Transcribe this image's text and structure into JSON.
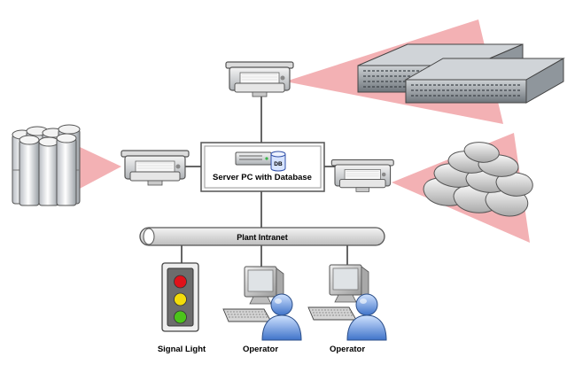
{
  "server": {
    "label": "Server PC with Database",
    "db_badge": "DB"
  },
  "intranet": {
    "label": "Plant Intranet"
  },
  "signal_light": {
    "label": "Signal Light",
    "lamp_colors": [
      "#e0121a",
      "#f2dc0a",
      "#4cc41a"
    ]
  },
  "operators": [
    {
      "label": "Operator"
    },
    {
      "label": "Operator"
    }
  ],
  "scanners": [
    {
      "target": "stacked-beams-icon"
    },
    {
      "target": "pipe-bundle-icon"
    },
    {
      "target": "sack-pile-icon"
    }
  ],
  "colors": {
    "beam": "#f2a8ac",
    "line": "#333333",
    "box_border": "#555555"
  }
}
